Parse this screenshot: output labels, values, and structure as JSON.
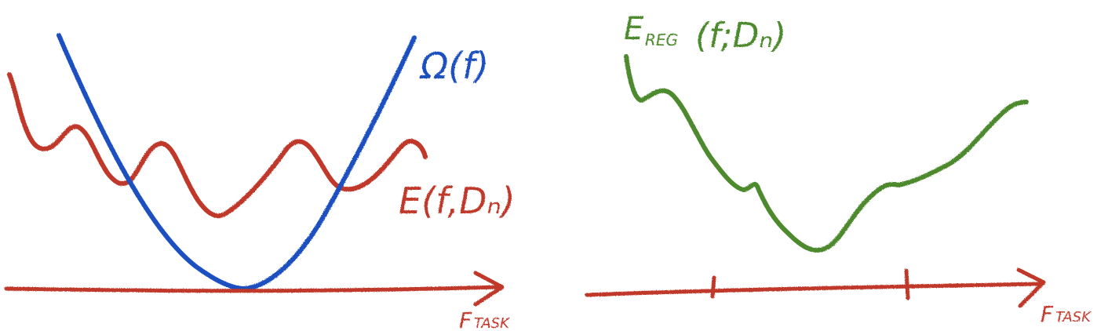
{
  "colors": {
    "red": "#c0392b",
    "blue": "#1f4fbf",
    "green": "#4e8a2e",
    "background": "#ffffff"
  },
  "left_panel": {
    "axis_label_main": "F",
    "axis_label_sub": "TASK",
    "regularizer_label": "Ω(f)",
    "error_label": "E(f,Dₙ)",
    "curves": [
      "regularizer-curve-blue",
      "error-curve-red"
    ]
  },
  "right_panel": {
    "axis_label_main": "F",
    "axis_label_sub": "TASK",
    "curve_label_main": "E",
    "curve_label_sub": "REG",
    "curve_label_args": "(f;Dₙ)",
    "axis_ticks": 2,
    "curves": [
      "regularized-error-curve-green"
    ]
  }
}
